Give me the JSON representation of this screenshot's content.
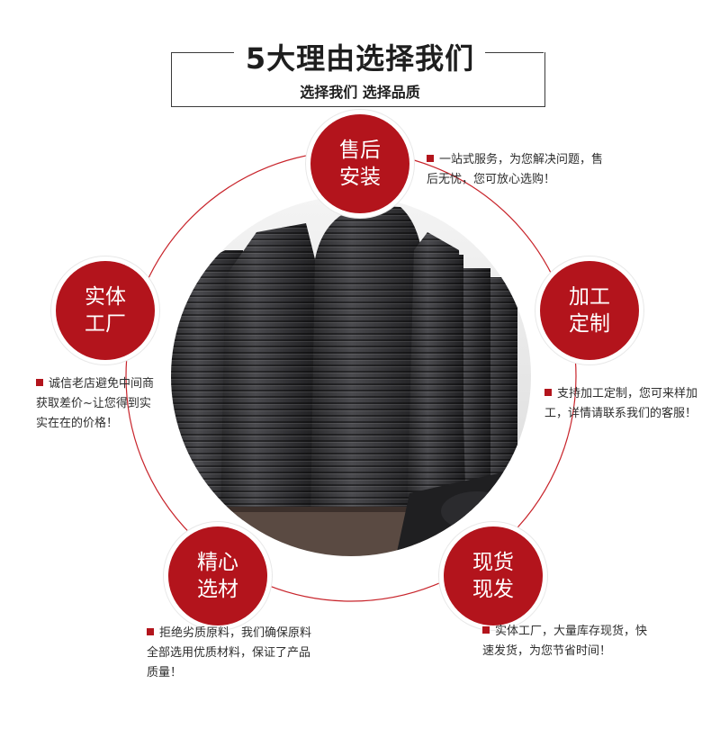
{
  "header": {
    "title": "5大理由选择我们",
    "subtitle": "选择我们 选择品质"
  },
  "badges": [
    {
      "label": "售后安装",
      "desc": "一站式服务，为您解决问题，售后无忧，您可放心选购！"
    },
    {
      "label": "加工定制",
      "desc": "支持加工定制，您可来样加工，详情请联系我们的客服！"
    },
    {
      "label": "现货现发",
      "desc": "实体工厂，大量库存现货，快速发货，为您节省时间！"
    },
    {
      "label": "精心选材",
      "desc": "拒绝劣质原料，我们确保原料全部选用优质材料，保证了产品质量！"
    },
    {
      "label": "实体工厂",
      "desc": "诚信老店避免中间商获取差价~让您得到实实在在的价格！"
    }
  ],
  "colors": {
    "accent": "#b3141c",
    "ring": "#c8242b"
  }
}
